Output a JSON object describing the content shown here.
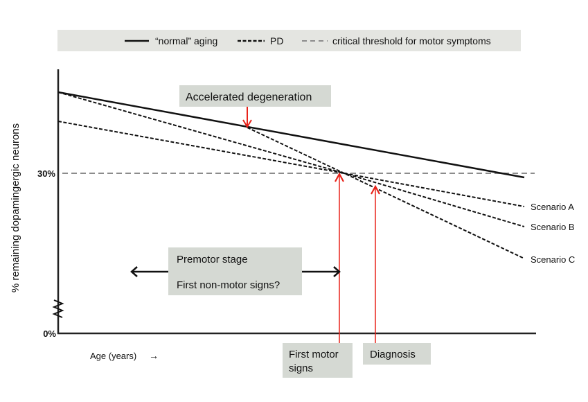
{
  "legend": {
    "normal_label": "“normal” aging",
    "pd_label": "PD",
    "threshold_label": "critical threshold for motor symptoms"
  },
  "axes": {
    "y_label": "% remaining dopamingergic neurons",
    "x_label": "Age (years)",
    "x_arrow": "→",
    "tick_30": "30%",
    "tick_0": "0%"
  },
  "annotations": {
    "accelerated": "Accelerated degeneration",
    "premotor_line1": "Premotor stage",
    "premotor_line2": "First non-motor signs?",
    "first_motor_line1": "First motor",
    "first_motor_line2": "signs",
    "diagnosis": "Diagnosis"
  },
  "scenarios": [
    "Scenario A",
    "Scenario B",
    "Scenario C"
  ],
  "colors": {
    "box": "#d5d9d3",
    "arrow_red": "#e8231a",
    "threshold": "#8c8c8c",
    "line": "#111111"
  }
}
